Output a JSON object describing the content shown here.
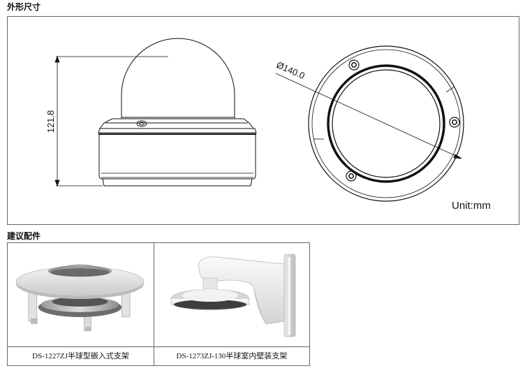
{
  "sections": {
    "dimensions_title": "外形尺寸",
    "accessories_title": "建议配件"
  },
  "dimensions": {
    "height_label": "121.8",
    "diameter_label": "Ø140.0",
    "unit_label": "Unit:mm"
  },
  "accessories": [
    {
      "caption": "DS-1227ZJ半球型嵌入式支架"
    },
    {
      "caption": "DS-1273ZJ-130半球室内壁装支架"
    }
  ]
}
